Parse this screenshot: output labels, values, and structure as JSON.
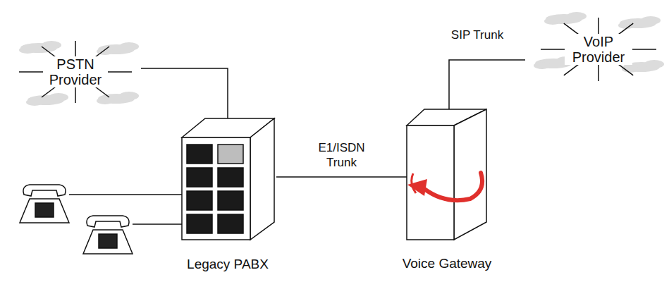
{
  "diagram": {
    "nodes": [
      {
        "text": [
          "PSTN Provider"
        ]
      },
      {
        "text": [
          "VoIP Provider"
        ]
      },
      {
        "text": [
          "Legacy PABX"
        ]
      },
      {
        "text": [
          "Voice Gateway"
        ]
      }
    ],
    "edges": [
      {
        "from": 0,
        "to": 2,
        "arrow": "none"
      },
      {
        "from": 2,
        "to": 3,
        "label": "E1/ISDN Trunk",
        "arrow": "none"
      },
      {
        "from": 3,
        "to": 1,
        "label": "SIP Trunk",
        "arrow": "none"
      }
    ]
  }
}
